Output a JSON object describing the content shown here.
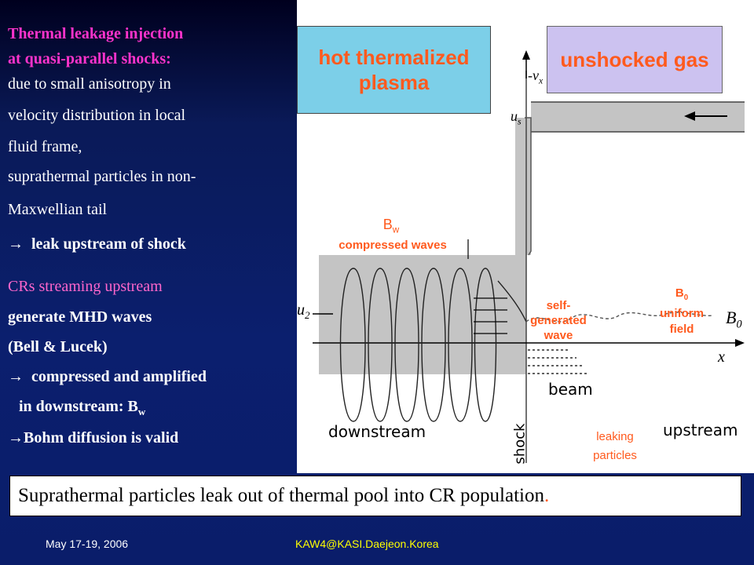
{
  "left_panel": {
    "heading_line1": "Thermal leakage injection",
    "heading_line2": "at quasi-parallel shocks:",
    "line1": "due to small anisotropy in",
    "line2": "velocity distribution in local",
    "line3": "fluid frame,",
    "line4": "suprathermal particles in non-",
    "line5": "Maxwellian tail",
    "arrow_line1": "leak upstream of shock",
    "crs_line": "CRs streaming upstream",
    "gen_line": "generate MHD waves",
    "bell_line": "(Bell & Lucek)",
    "arrow_line2": "compressed and amplified",
    "downstream_line": "in downstream: B",
    "downstream_sub": "w",
    "arrow_line3": "Bohm diffusion is valid",
    "arrow_glyph": "→"
  },
  "diagram": {
    "hot_plasma_line1": "hot thermalized",
    "hot_plasma_line2": "plasma",
    "unshocked": "unshocked gas",
    "bw_label": "B",
    "bw_sub": "w",
    "compressed_waves": "compressed waves",
    "self_generated_1": "self-",
    "self_generated_2": "generated",
    "self_generated_3": "wave",
    "b0_label": "B",
    "b0_sub": "0",
    "uniform_1": "uniform",
    "uniform_2": "field",
    "leaking_1": "leaking",
    "leaking_2": "particles",
    "fig_vx": "-v",
    "fig_vx_sub": "x",
    "fig_us": "u",
    "fig_us_sub": "s",
    "fig_u2": "u",
    "fig_u2_sub": "2",
    "fig_B0": "B",
    "fig_B0_sub": "0",
    "fig_x": "x",
    "fig_beam": "beam",
    "fig_downstream": "downstream",
    "fig_upstream": "upstream",
    "fig_shock": "shock"
  },
  "summary": "Suprathermal particles leak out of thermal pool into CR population",
  "summary_dot": ".",
  "footer": {
    "date": "May 17-19, 2006",
    "venue": "KAW4@KASI.Daejeon.Korea"
  },
  "colors": {
    "heading": "#ff33cc",
    "orange_label": "#ff5a1e",
    "hot_box": "#7ccfe8",
    "unshocked_box": "#ccc2f0",
    "footer_venue": "#ffff00"
  }
}
